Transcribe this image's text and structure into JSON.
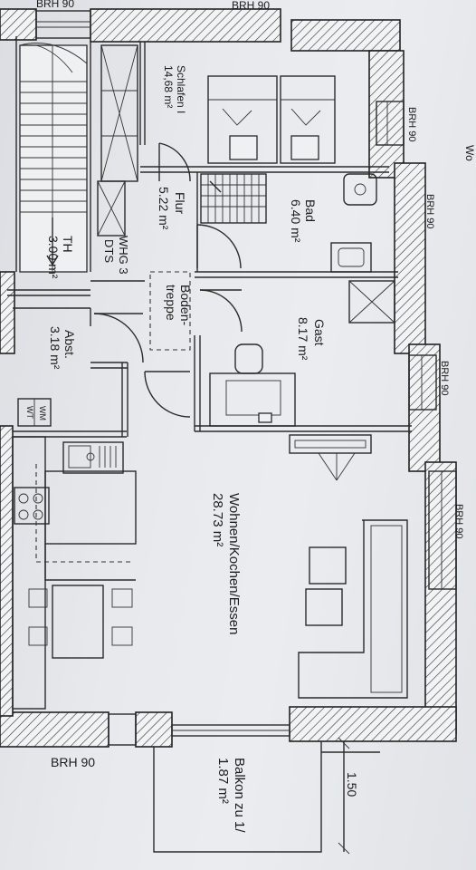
{
  "rooms": {
    "schlafen": {
      "name": "Schlafen I",
      "area": "14,68 m²"
    },
    "bad": {
      "name": "Bad",
      "area": "6.40 m²"
    },
    "flur": {
      "name": "Flur",
      "area": "5.22 m²"
    },
    "th": {
      "name": "TH",
      "area": "3.00 m²"
    },
    "whg": {
      "line1": "WHG 3",
      "line2": "DTS"
    },
    "bodentreppe": {
      "line1": "Boden-",
      "line2": "treppe"
    },
    "gast": {
      "name": "Gast",
      "area": "8.17 m²"
    },
    "abst": {
      "name": "Abst.",
      "area": "3.18 m²"
    },
    "wohnen": {
      "name": "Wohnen/Kochen/Essen",
      "area": "28.73 m²"
    },
    "balkon": {
      "name": "Balkon zu 1/",
      "area": "1.87 m²"
    }
  },
  "appliances": {
    "wm": "WM",
    "wt": "WT"
  },
  "sill_labels": {
    "top_left": "BRH 90",
    "top": "BRH 90",
    "right_1": "BRH 90",
    "right_2": "BRH 90",
    "right_3": "BRH 90",
    "right_4": "BRH 90",
    "bottom_left": "BRH 90"
  },
  "dimension": "1.50",
  "corner_label": "Wo"
}
